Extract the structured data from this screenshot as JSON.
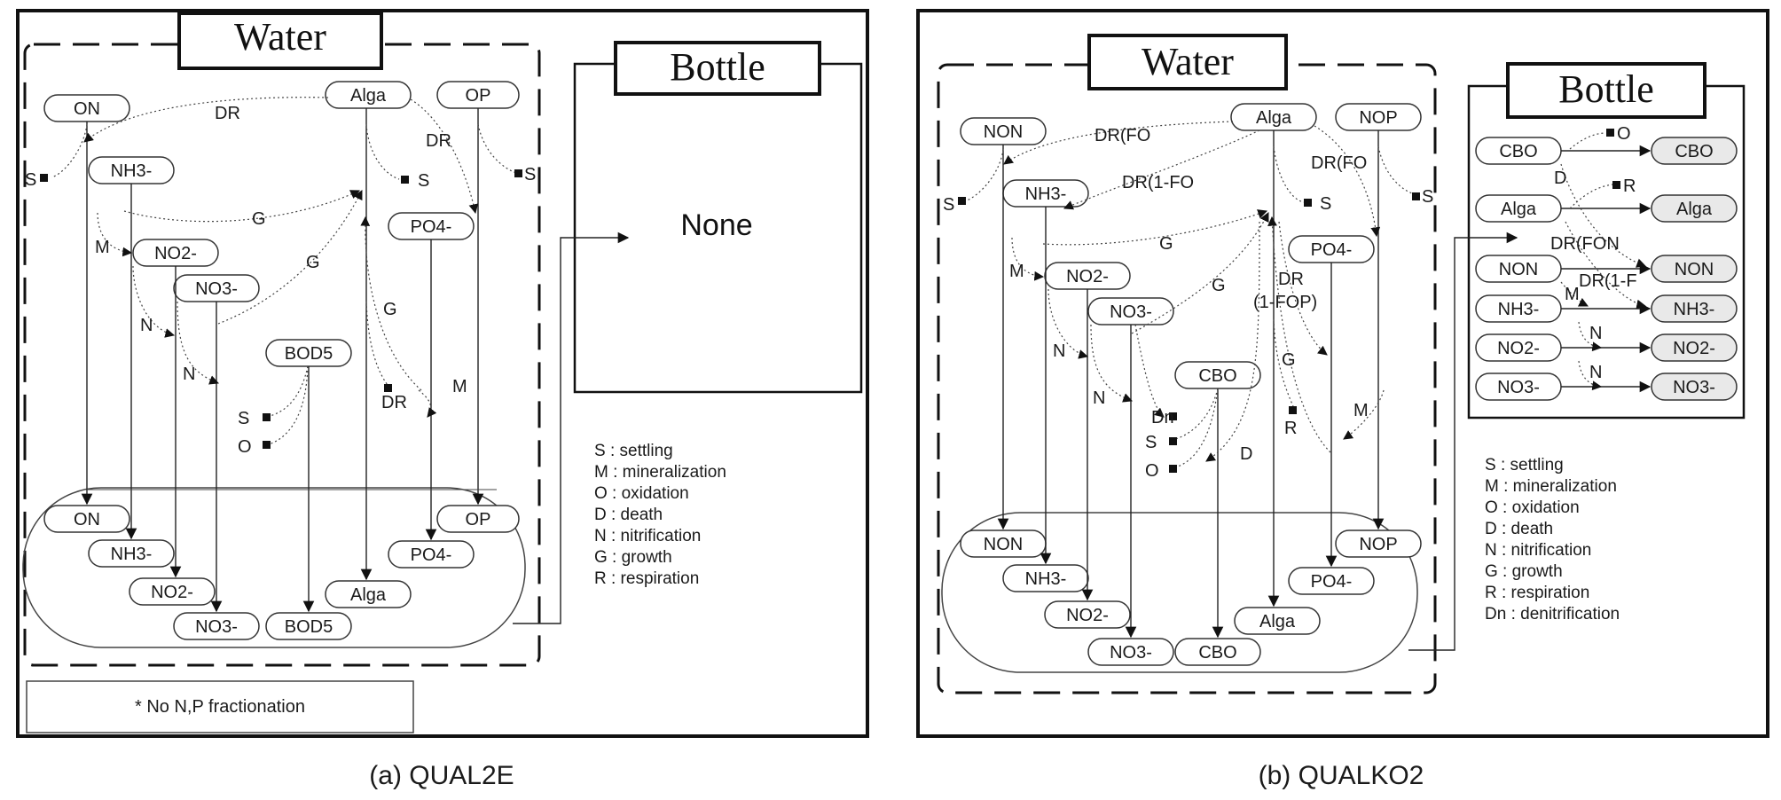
{
  "panel_a": {
    "water_title": "Water",
    "bottle_title": "Bottle",
    "bottle_text": "None",
    "note": "* No N,P fractionation",
    "caption": "(a)  QUAL2E",
    "water_nodes": [
      "ON",
      "Alga",
      "OP",
      "NH3-",
      "NO2-",
      "NO3-",
      "PO4-",
      "BOD5"
    ],
    "bed_nodes": [
      "ON",
      "NH3-",
      "NO2-",
      "NO3-",
      "BOD5",
      "Alga",
      "PO4-",
      "OP"
    ],
    "labels": {
      "dr": "DR",
      "g": "G",
      "m": "M",
      "n": "N",
      "s": "S",
      "o": "O"
    },
    "legend": [
      "S : settling",
      "M : mineralization",
      "O : oxidation",
      "D : death",
      "N : nitrification",
      "G : growth",
      "R : respiration"
    ]
  },
  "panel_b": {
    "water_title": "Water",
    "bottle_title": "Bottle",
    "caption": "(b)  QUALKO2",
    "water_nodes": [
      "NON",
      "Alga",
      "NOP",
      "NH3-",
      "NO2-",
      "NO3-",
      "PO4-",
      "CBO"
    ],
    "bed_nodes": [
      "NON",
      "NH3-",
      "NO2-",
      "NO3-",
      "CBO",
      "Alga",
      "PO4-",
      "NOP"
    ],
    "labels": {
      "dr_fo": "DR(FO",
      "dr_1fo": "DR(1-FO",
      "dr": "DR",
      "fop": "(1-FOP)",
      "g": "G",
      "m": "M",
      "n": "N",
      "s": "S",
      "o": "O",
      "r": "R",
      "d": "D",
      "dn": "Dn"
    },
    "bottle_left": [
      "CBO",
      "Alga",
      "NON",
      "NH3-",
      "NO2-",
      "NO3-"
    ],
    "bottle_right": [
      "CBO",
      "Alga",
      "NON",
      "NH3-",
      "NO2-",
      "NO3-"
    ],
    "bottle_labels": {
      "o": "O",
      "d": "D",
      "r": "R",
      "dr_fon": "DR(FON",
      "dr_1f": "DR(1-F",
      "m": "M",
      "n": "N"
    },
    "legend": [
      "S : settling",
      "M : mineralization",
      "O : oxidation",
      "D : death",
      "N : nitrification",
      "G : growth",
      "R : respiration",
      "Dn : denitrification"
    ]
  }
}
